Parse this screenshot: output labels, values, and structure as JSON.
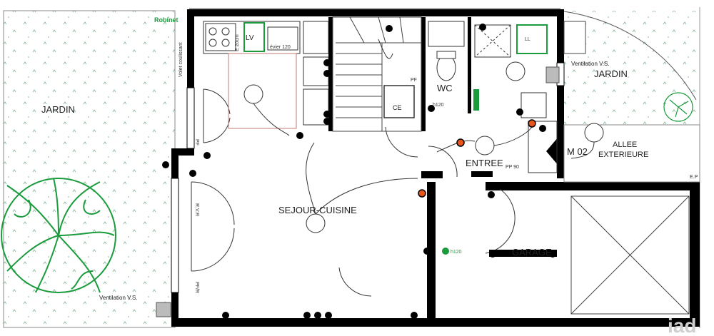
{
  "rooms": {
    "jardin_left": "JARDIN",
    "jardin_right": "JARDIN",
    "sejour": "SEJOUR-CUISINE",
    "wc": "WC",
    "entree": "ENTREE",
    "garage": "GARAGE",
    "allee_line1": "ALLEE",
    "allee_line2": "EXTERIEURE",
    "door_code": "M 02"
  },
  "annotations": {
    "robinet": "Robinet",
    "ventilation_left": "Ventilation V.S.",
    "ventilation_right": "Ventilation V.S.",
    "volet": "Volet coulissant",
    "lv": "LV",
    "evier": "évier 120",
    "e20cm": "E 20cm",
    "ce": "CE",
    "ll": "LL",
    "pp90": "PP 90",
    "ep": "E.P",
    "h120_garage": "h120",
    "h120_wc": "h120",
    "pf_top": "PF",
    "rvr": "R.V.R",
    "pf_left": "PF",
    "pf_bottom": "PF/R",
    "watermark": "iad"
  },
  "colors": {
    "wall": "#000000",
    "green": "#1a9b3c",
    "orange": "#e8541a",
    "thin": "#444444"
  }
}
